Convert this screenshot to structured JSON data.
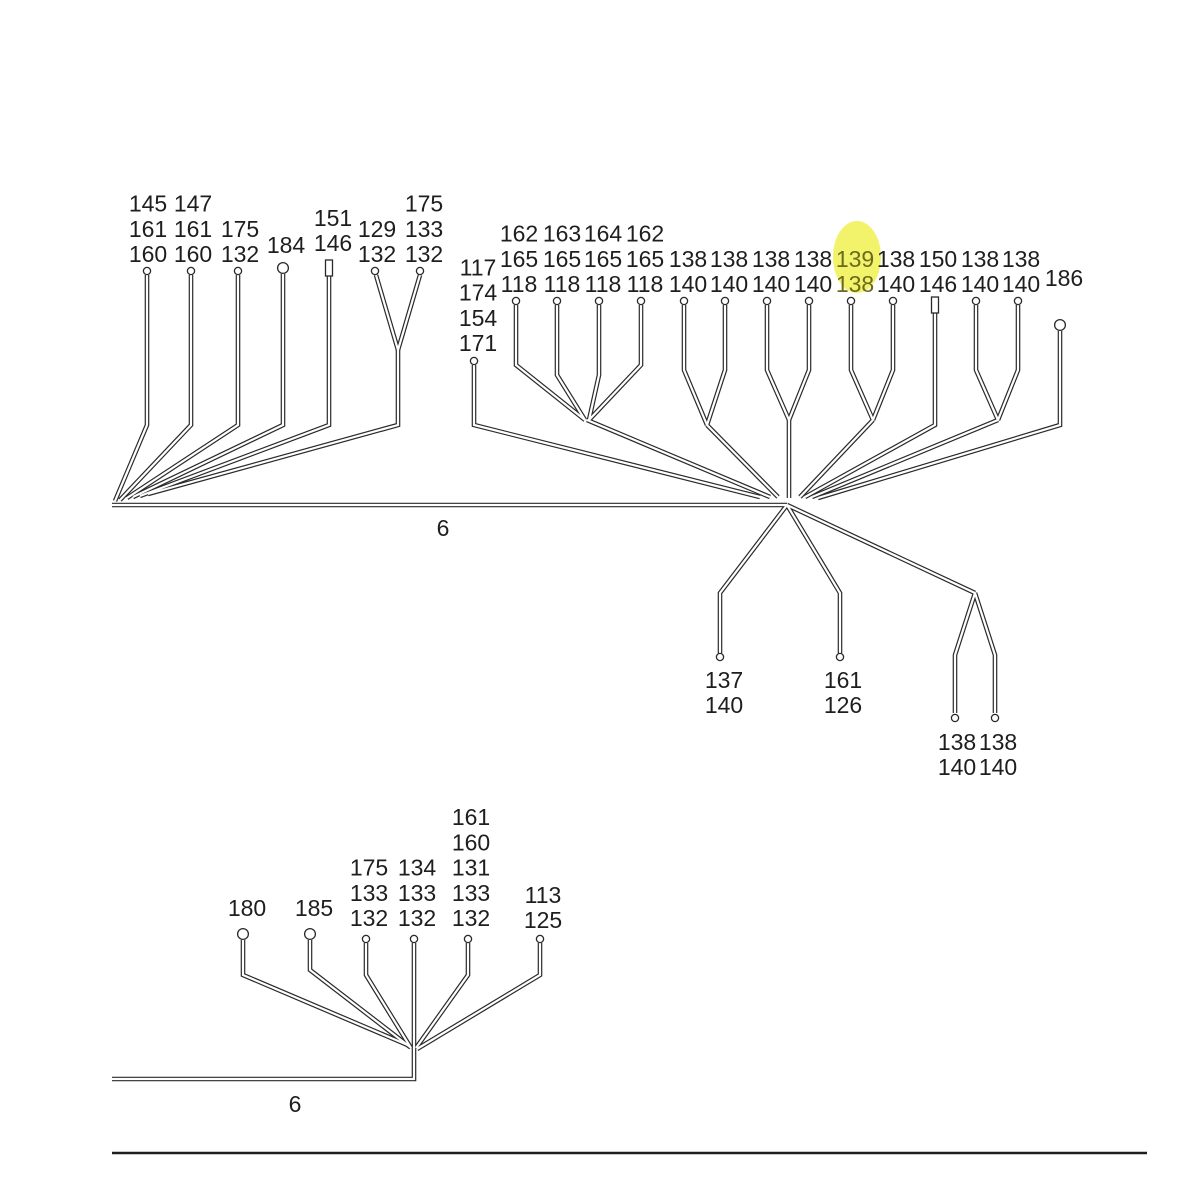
{
  "top_diagram": {
    "trunk_label": "6",
    "upper_connectors": [
      {
        "lines": [
          "145",
          "161",
          "160"
        ],
        "icon": "small-terminal-icon"
      },
      {
        "lines": [
          "147",
          "161",
          "160"
        ],
        "icon": "small-terminal-icon"
      },
      {
        "lines": [
          "175",
          "132"
        ],
        "icon": "small-terminal-icon"
      },
      {
        "lines": [
          "184"
        ],
        "icon": "round-terminal-icon"
      },
      {
        "lines": [
          "151",
          "146"
        ],
        "icon": "square-terminal-icon"
      },
      {
        "lines": [
          "129",
          "132"
        ],
        "icon": "small-terminal-icon"
      },
      {
        "lines": [
          "175",
          "133",
          "132"
        ],
        "icon": "small-terminal-icon"
      },
      {
        "lines": [
          "117",
          "174",
          "154",
          "171"
        ],
        "icon": "small-terminal-icon"
      },
      {
        "lines": [
          "162",
          "165",
          "118"
        ],
        "icon": "small-terminal-icon"
      },
      {
        "lines": [
          "163",
          "165",
          "118"
        ],
        "icon": "small-terminal-icon"
      },
      {
        "lines": [
          "164",
          "165",
          "118"
        ],
        "icon": "small-terminal-icon"
      },
      {
        "lines": [
          "162",
          "165",
          "118"
        ],
        "icon": "small-terminal-icon"
      },
      {
        "lines": [
          "138",
          "140"
        ],
        "icon": "small-terminal-icon"
      },
      {
        "lines": [
          "138",
          "140"
        ],
        "icon": "small-terminal-icon"
      },
      {
        "lines": [
          "138",
          "140"
        ],
        "icon": "small-terminal-icon"
      },
      {
        "lines": [
          "138",
          "140"
        ],
        "icon": "small-terminal-icon"
      },
      {
        "lines": [
          "139",
          "138"
        ],
        "icon": "small-terminal-icon",
        "highlighted": true
      },
      {
        "lines": [
          "138",
          "140"
        ],
        "icon": "small-terminal-icon"
      },
      {
        "lines": [
          "150",
          "146"
        ],
        "icon": "square-terminal-icon"
      },
      {
        "lines": [
          "138",
          "140"
        ],
        "icon": "small-terminal-icon"
      },
      {
        "lines": [
          "138",
          "140"
        ],
        "icon": "small-terminal-icon"
      },
      {
        "lines": [
          "186"
        ],
        "icon": "round-terminal-icon"
      }
    ],
    "lower_connectors": [
      {
        "lines": [
          "137",
          "140"
        ],
        "icon": "small-terminal-icon"
      },
      {
        "lines": [
          "161",
          "126"
        ],
        "icon": "small-terminal-icon"
      },
      {
        "lines": [
          "138",
          "140"
        ],
        "icon": "small-terminal-icon"
      },
      {
        "lines": [
          "138",
          "140"
        ],
        "icon": "small-terminal-icon"
      }
    ]
  },
  "bottom_diagram": {
    "trunk_label": "6",
    "connectors": [
      {
        "lines": [
          "180"
        ],
        "icon": "round-terminal-icon"
      },
      {
        "lines": [
          "185"
        ],
        "icon": "round-terminal-icon"
      },
      {
        "lines": [
          "175",
          "133",
          "132"
        ],
        "icon": "small-terminal-icon"
      },
      {
        "lines": [
          "134",
          "133",
          "132"
        ],
        "icon": "small-terminal-icon"
      },
      {
        "lines": [
          "161",
          "160",
          "131",
          "133",
          "132"
        ],
        "icon": "small-terminal-icon"
      },
      {
        "lines": [
          "113",
          "125"
        ],
        "icon": "small-terminal-icon"
      }
    ]
  },
  "colors": {
    "wire": "#2a2a2a",
    "label": "#1e1e1e",
    "highlight": "#f2f36a",
    "highlight_label": "#6b6b1c"
  }
}
